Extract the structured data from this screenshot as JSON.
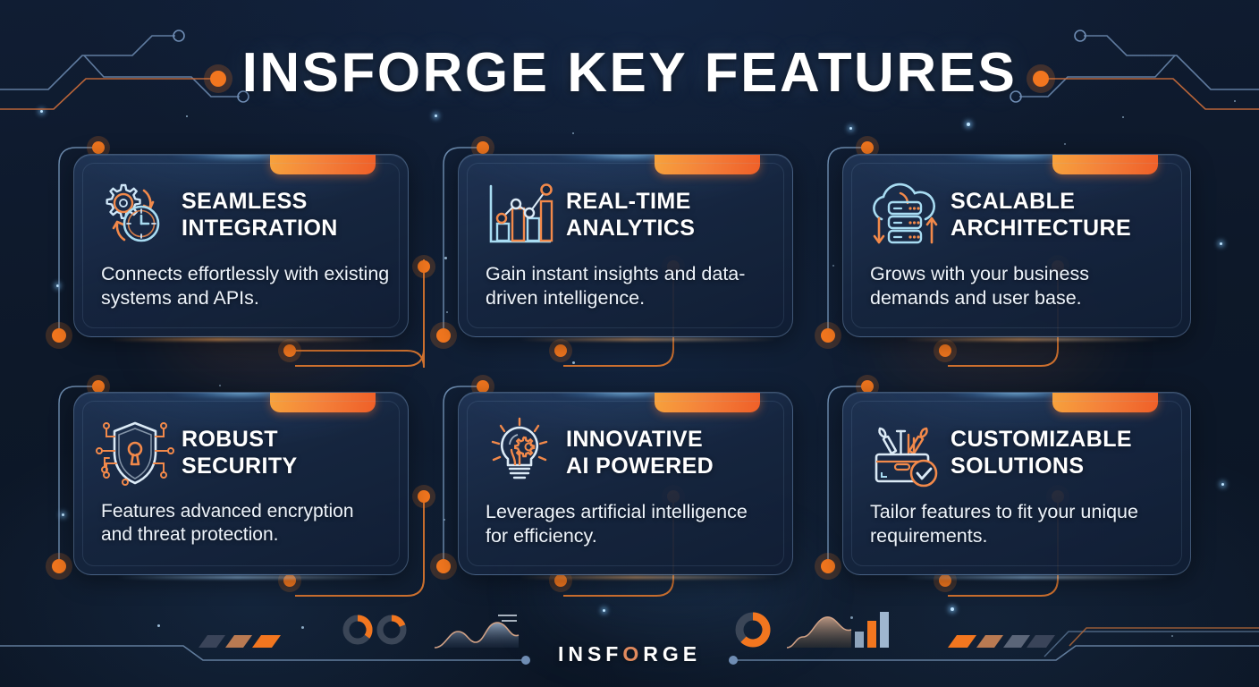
{
  "header": {
    "title": "INSFORGE KEY FEATURES",
    "left_node_icon": "circuit-node-dot",
    "right_node_icon": "circuit-node-dot"
  },
  "colors": {
    "background": "#0e1a2e",
    "card_fill": "#1a2c4a",
    "card_border": "#96b9e1",
    "accent_orange": "#f0641f",
    "accent_orange_light": "#f7a23c",
    "accent_blue": "#8fd0ff",
    "text_primary": "#ffffff",
    "text_body": "#eef4fb",
    "brand_accent": "#e08a5e"
  },
  "cards": [
    {
      "title_line1": "SEAMLESS",
      "title_line2": "INTEGRATION",
      "description": "Connects effortlessly with existing systems and APIs.",
      "icon": "gear-clock-sync-icon"
    },
    {
      "title_line1": "REAL-TIME",
      "title_line2": "ANALYTICS",
      "description": "Gain instant insights and data-driven intelligence.",
      "icon": "bar-chart-line-graph-icon"
    },
    {
      "title_line1": "SCALABLE",
      "title_line2": "ARCHITECTURE",
      "description": "Grows with your business demands and user base.",
      "icon": "cloud-server-arrows-icon"
    },
    {
      "title_line1": "ROBUST",
      "title_line2": "SECURITY",
      "description": "Features advanced encryption and threat protection.",
      "icon": "shield-keyhole-circuit-icon"
    },
    {
      "title_line1": "INNOVATIVE",
      "title_line2": "AI POWERED",
      "description": "Leverages artificial intelligence for efficiency.",
      "icon": "lightbulb-gear-icon"
    },
    {
      "title_line1": "CUSTOMIZABLE",
      "title_line2": "SOLUTIONS",
      "description": "Tailor features to fit your unique requirements.",
      "icon": "toolbox-tools-check-icon"
    }
  ],
  "footer": {
    "brand_prefix": "INSF",
    "brand_accent_letter": "O",
    "brand_suffix": "RGE",
    "decorations": [
      "donut-chart-icon",
      "donut-chart-icon",
      "area-chart-icon",
      "donut-chart-icon",
      "area-chart-icon",
      "bar-chart-icon",
      "chevron-slashes-left",
      "chevron-slashes-right"
    ]
  }
}
